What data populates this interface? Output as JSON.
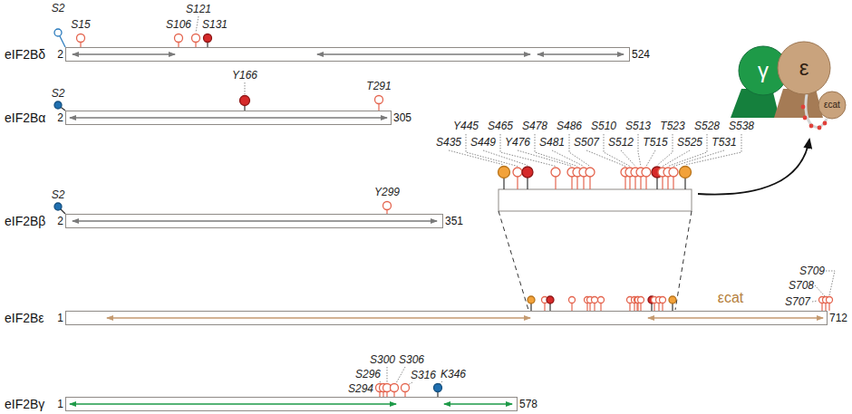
{
  "diagram": {
    "nodes": [
      {
        "text": [
          "eIF2Bδ",
          "2",
          "524"
        ]
      },
      {
        "text": [
          "eIF2Bα",
          "2",
          "305"
        ]
      },
      {
        "text": [
          "eIF2Bβ",
          "2",
          "351"
        ]
      },
      {
        "text": [
          "eIF2Bε",
          "1",
          "712"
        ]
      },
      {
        "text": [
          "eIF2Bγ",
          "1",
          "578"
        ]
      },
      {
        "text": [
          "γ"
        ]
      },
      {
        "text": [
          "ε"
        ]
      },
      {
        "text": [
          "εcat"
        ]
      }
    ],
    "labels": [
      "S2",
      "S15",
      "S106",
      "S121",
      "S131",
      "S2",
      "Y166",
      "T291",
      "S2",
      "Y299",
      "S435",
      "Y445",
      "S449",
      "S465",
      "Y476",
      "S478",
      "S481",
      "S486",
      "S507",
      "S510",
      "S512",
      "S513",
      "T515",
      "T523",
      "S525",
      "S528",
      "T531",
      "S538",
      "S708",
      "S709",
      "S707",
      "εcat",
      "S294",
      "S296",
      "S300",
      "S306",
      "S316",
      "K346"
    ]
  }
}
